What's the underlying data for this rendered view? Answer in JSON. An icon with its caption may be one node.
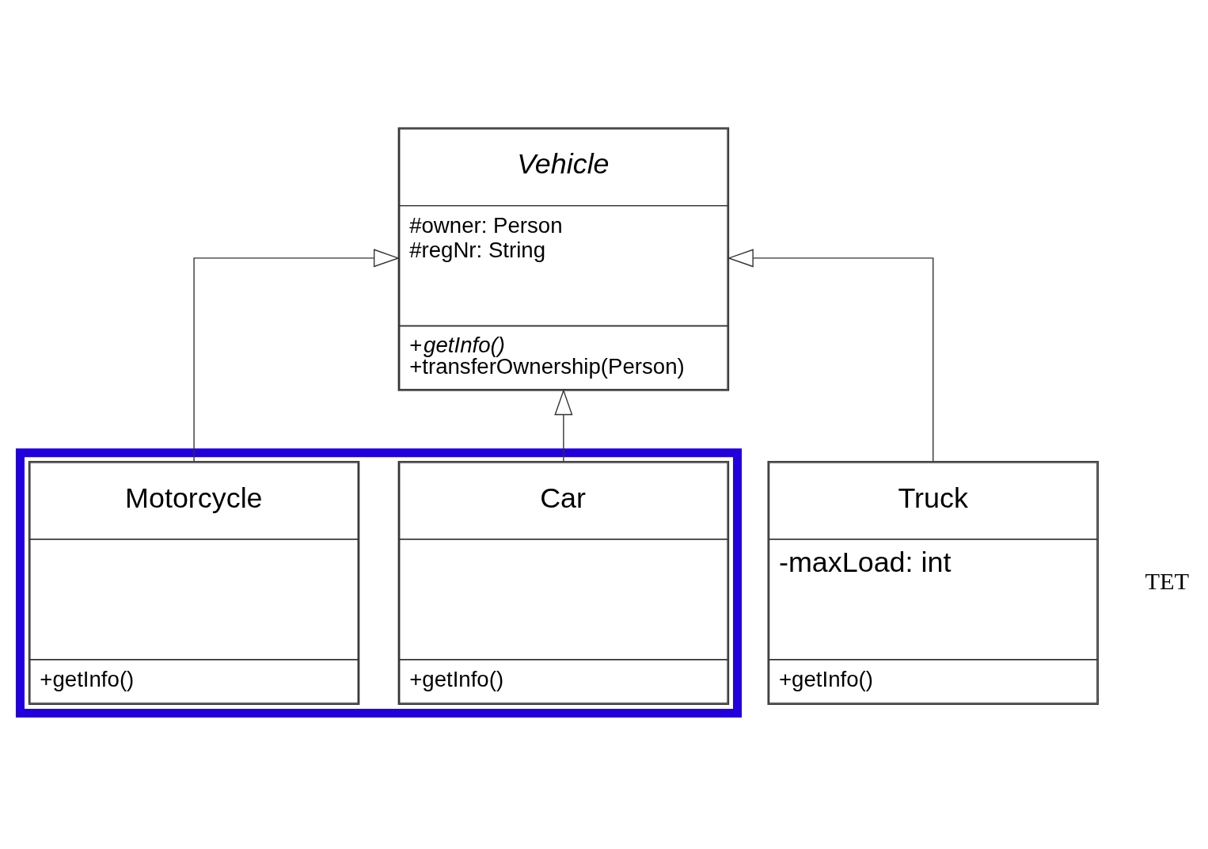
{
  "diagram": {
    "nodes": [
      {
        "text": [
          "Vehicle",
          "#owner: Person",
          "#regNr: String",
          "+*getInfo()*",
          "+transferOwnership(Person)"
        ]
      },
      {
        "text": [],
        "shape": "box"
      },
      {
        "text": [
          "Car",
          "+getInfo()"
        ],
        "in": 1
      },
      {
        "text": [
          "Motorcycle",
          "+getInfo()"
        ],
        "in": 1
      },
      {
        "text": [
          "Truck",
          "-maxLoad: int",
          "+getInfo()"
        ]
      }
    ],
    "edges": [
      {
        "from": 2,
        "to": 0,
        "arrow": "to"
      },
      {
        "from": 3,
        "to": 0,
        "arrow": "to"
      },
      {
        "from": 4,
        "to": 0,
        "arrow": "to"
      }
    ],
    "labels": [
      "TET"
    ]
  }
}
